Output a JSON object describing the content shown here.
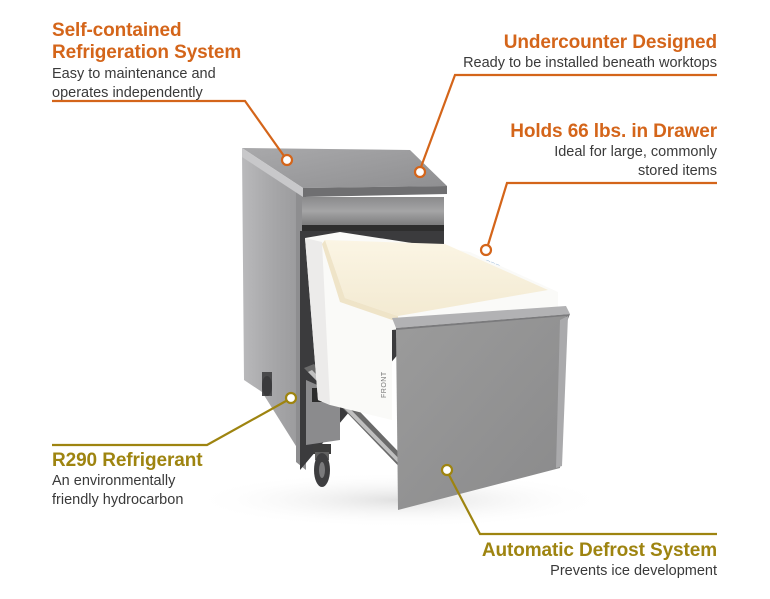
{
  "colors": {
    "accent_top": "#D4651A",
    "accent_bottom": "#9E8410",
    "body_text": "#3a3a3a",
    "background": "#ffffff"
  },
  "product": {
    "type": "undercounter ice bin refrigerator with pull-out drawer",
    "drawer_label": "FRONT"
  },
  "callouts": [
    {
      "id": "self-contained",
      "title_lines": [
        "Self-contained",
        "Refrigeration System"
      ],
      "desc_lines": [
        "Easy to maintenance and",
        "operates independently"
      ],
      "align": "left",
      "color": "accent_top"
    },
    {
      "id": "undercounter",
      "title_lines": [
        "Undercounter Designed"
      ],
      "desc_lines": [
        "Ready to be installed beneath worktops"
      ],
      "align": "right",
      "color": "accent_top"
    },
    {
      "id": "holds-66",
      "title_lines": [
        "Holds 66 lbs. in Drawer"
      ],
      "desc_lines": [
        "Ideal for large, commonly",
        "stored items"
      ],
      "align": "right",
      "color": "accent_top"
    },
    {
      "id": "r290",
      "title_lines": [
        "R290 Refrigerant"
      ],
      "desc_lines": [
        "An environmentally",
        "friendly hydrocarbon"
      ],
      "align": "left",
      "color": "accent_bottom"
    },
    {
      "id": "defrost",
      "title_lines": [
        "Automatic Defrost System"
      ],
      "desc_lines": [
        "Prevents ice development"
      ],
      "align": "right",
      "color": "accent_bottom"
    }
  ]
}
